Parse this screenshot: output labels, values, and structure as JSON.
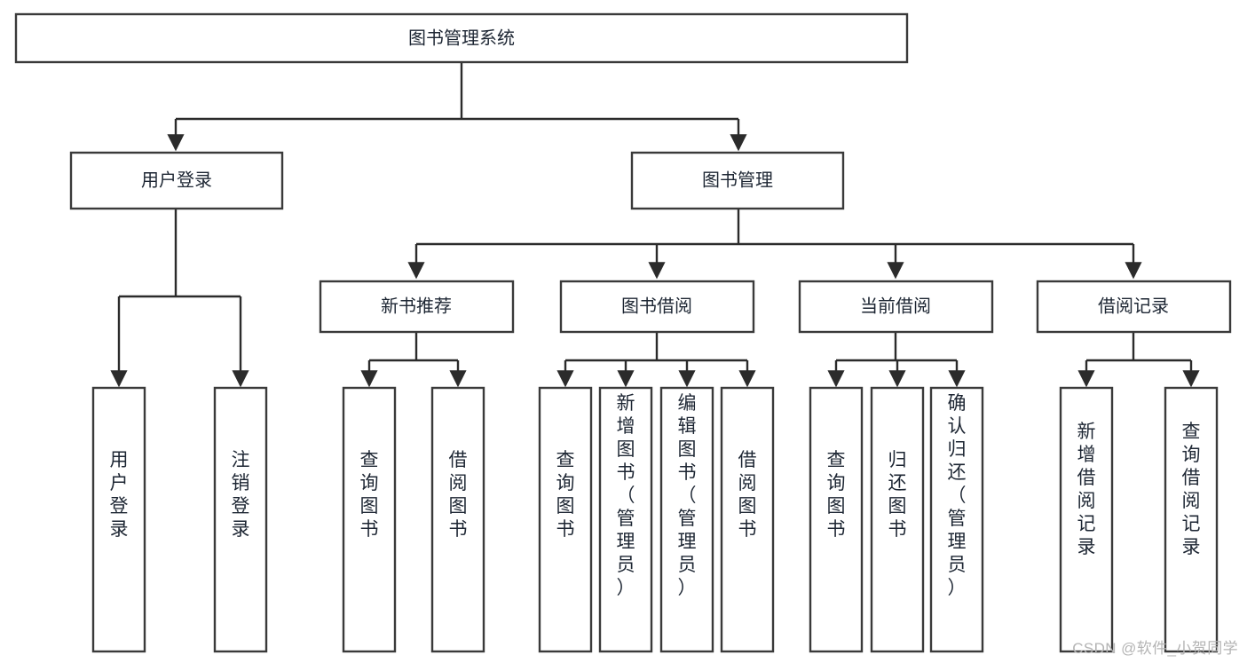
{
  "diagram": {
    "type": "tree-hierarchy-chart",
    "title": "图书管理系统",
    "watermark": "CSDN @软件_小贺同学",
    "colors": {
      "box_fill": "#ffffff",
      "box_stroke": "#3a3a3a",
      "edge": "#2b2b2b",
      "text": "#1d2633",
      "watermark": "#b4b4b4",
      "background": "#ffffff"
    },
    "root": {
      "id": "root",
      "label": "图书管理系统",
      "orientation": "horizontal"
    },
    "level2": [
      {
        "id": "user-login",
        "label": "用户登录",
        "orientation": "horizontal"
      },
      {
        "id": "book-manage",
        "label": "图书管理",
        "orientation": "horizontal"
      }
    ],
    "level3": [
      {
        "id": "new-book-recommend",
        "label": "新书推荐",
        "orientation": "horizontal",
        "parent": "book-manage"
      },
      {
        "id": "book-borrow",
        "label": "图书借阅",
        "orientation": "horizontal",
        "parent": "book-manage"
      },
      {
        "id": "current-borrow",
        "label": "当前借阅",
        "orientation": "horizontal",
        "parent": "book-manage"
      },
      {
        "id": "borrow-record",
        "label": "借阅记录",
        "orientation": "horizontal",
        "parent": "book-manage"
      }
    ],
    "leaves": [
      {
        "id": "leaf-user-login",
        "label": "用户登录",
        "orientation": "vertical",
        "parent": "user-login"
      },
      {
        "id": "leaf-user-logout",
        "label": "注销登录",
        "orientation": "vertical",
        "parent": "user-login"
      },
      {
        "id": "leaf-query-book-1",
        "label": "查询图书",
        "orientation": "vertical",
        "parent": "new-book-recommend"
      },
      {
        "id": "leaf-borrow-book-1",
        "label": "借阅图书",
        "orientation": "vertical",
        "parent": "new-book-recommend"
      },
      {
        "id": "leaf-query-book-2",
        "label": "查询图书",
        "orientation": "vertical",
        "parent": "book-borrow"
      },
      {
        "id": "leaf-add-book",
        "label": "新增图书（管理员）",
        "orientation": "vertical",
        "parent": "book-borrow"
      },
      {
        "id": "leaf-edit-book",
        "label": "编辑图书（管理员）",
        "orientation": "vertical",
        "parent": "book-borrow"
      },
      {
        "id": "leaf-borrow-book-2",
        "label": "借阅图书",
        "orientation": "vertical",
        "parent": "book-borrow"
      },
      {
        "id": "leaf-query-book-3",
        "label": "查询图书",
        "orientation": "vertical",
        "parent": "current-borrow"
      },
      {
        "id": "leaf-return-book",
        "label": "归还图书",
        "orientation": "vertical",
        "parent": "current-borrow"
      },
      {
        "id": "leaf-confirm-return",
        "label": "确认归还（管理员）",
        "orientation": "vertical",
        "parent": "current-borrow"
      },
      {
        "id": "leaf-add-record",
        "label": "新增借阅记录",
        "orientation": "vertical",
        "parent": "borrow-record"
      },
      {
        "id": "leaf-query-record",
        "label": "查询借阅记录",
        "orientation": "vertical",
        "parent": "borrow-record"
      }
    ]
  }
}
